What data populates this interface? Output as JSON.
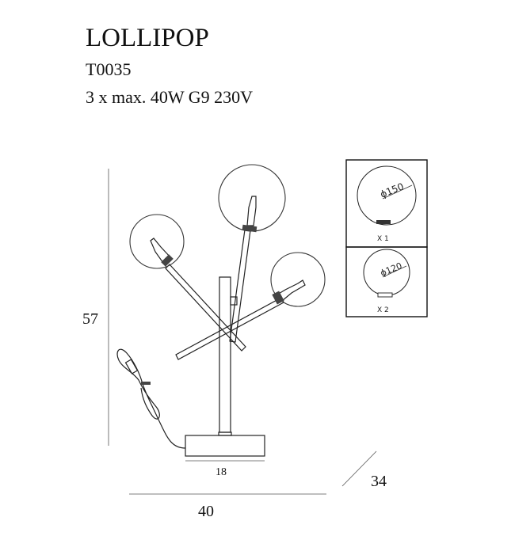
{
  "product": {
    "name": "LOLLIPOP",
    "code": "T0035",
    "spec": "3 x max. 40W G9  230V"
  },
  "dimensions": {
    "height": "57",
    "base_width": "18",
    "width": "40",
    "depth": "34"
  },
  "globes": [
    {
      "diameter_label": "ϕ150",
      "quantity_label": "X 1"
    },
    {
      "diameter_label": "ϕ120",
      "quantity_label": "X 2"
    }
  ]
}
